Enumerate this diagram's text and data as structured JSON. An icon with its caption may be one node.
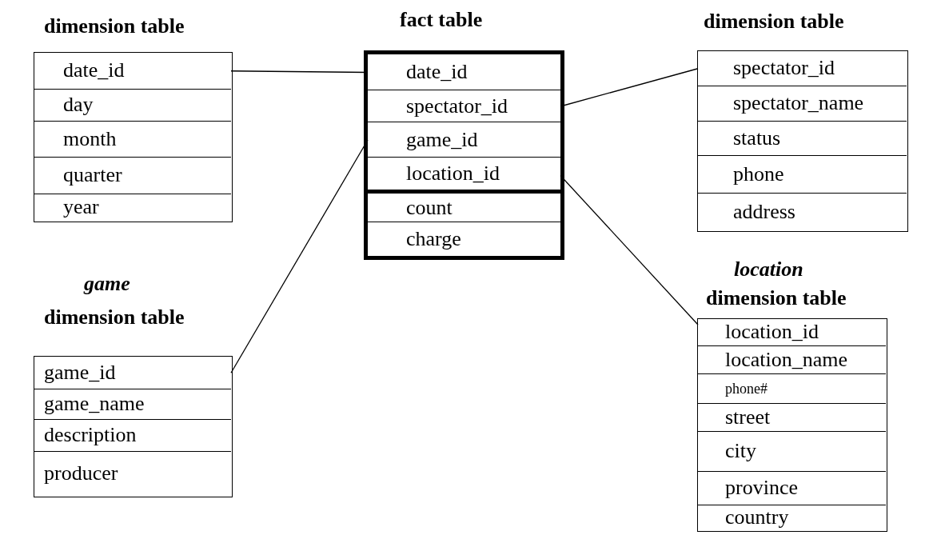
{
  "diagram": {
    "nodes": [
      {
        "text": [
          "dimension table"
        ]
      },
      {
        "text": [
          "date_id"
        ],
        "in": 0
      },
      {
        "text": [
          "day"
        ],
        "in": 0
      },
      {
        "text": [
          "month"
        ],
        "in": 0
      },
      {
        "text": [
          "quarter"
        ],
        "in": 0
      },
      {
        "text": [
          "year"
        ],
        "in": 0
      },
      {
        "text": [
          "fact table"
        ]
      },
      {
        "text": [
          "date_id"
        ],
        "in": 6
      },
      {
        "text": [
          "spectator_id"
        ],
        "in": 6
      },
      {
        "text": [
          "game_id"
        ],
        "in": 6
      },
      {
        "text": [
          "location_id"
        ],
        "in": 6
      },
      {
        "text": [
          "count"
        ],
        "in": 6
      },
      {
        "text": [
          "charge"
        ],
        "in": 6
      },
      {
        "text": [
          "dimension table"
        ]
      },
      {
        "text": [
          "spectator_id"
        ],
        "in": 13
      },
      {
        "text": [
          "spectator_name"
        ],
        "in": 13
      },
      {
        "text": [
          "status"
        ],
        "in": 13
      },
      {
        "text": [
          "phone"
        ],
        "in": 13
      },
      {
        "text": [
          "address"
        ],
        "in": 13
      },
      {
        "text": [
          "game",
          "dimension table"
        ]
      },
      {
        "text": [
          "game_id"
        ],
        "in": 19
      },
      {
        "text": [
          "game_name"
        ],
        "in": 19
      },
      {
        "text": [
          "description"
        ],
        "in": 19
      },
      {
        "text": [
          "producer"
        ],
        "in": 19
      },
      {
        "text": [
          "location",
          "dimension table"
        ]
      },
      {
        "text": [
          "location_id"
        ],
        "in": 24
      },
      {
        "text": [
          "location_name"
        ],
        "in": 24
      },
      {
        "text": [
          "phone#"
        ],
        "in": 24
      },
      {
        "text": [
          "street"
        ],
        "in": 24
      },
      {
        "text": [
          "city"
        ],
        "in": 24
      },
      {
        "text": [
          "province"
        ],
        "in": 24
      },
      {
        "text": [
          "country"
        ],
        "in": 24
      }
    ],
    "edges": [
      {
        "from": 1,
        "to": 7,
        "arrow": "none"
      },
      {
        "from": 8,
        "to": 14,
        "arrow": "none"
      },
      {
        "from": 9,
        "to": 20,
        "arrow": "none"
      },
      {
        "from": 10,
        "to": 25,
        "arrow": "none"
      }
    ]
  }
}
